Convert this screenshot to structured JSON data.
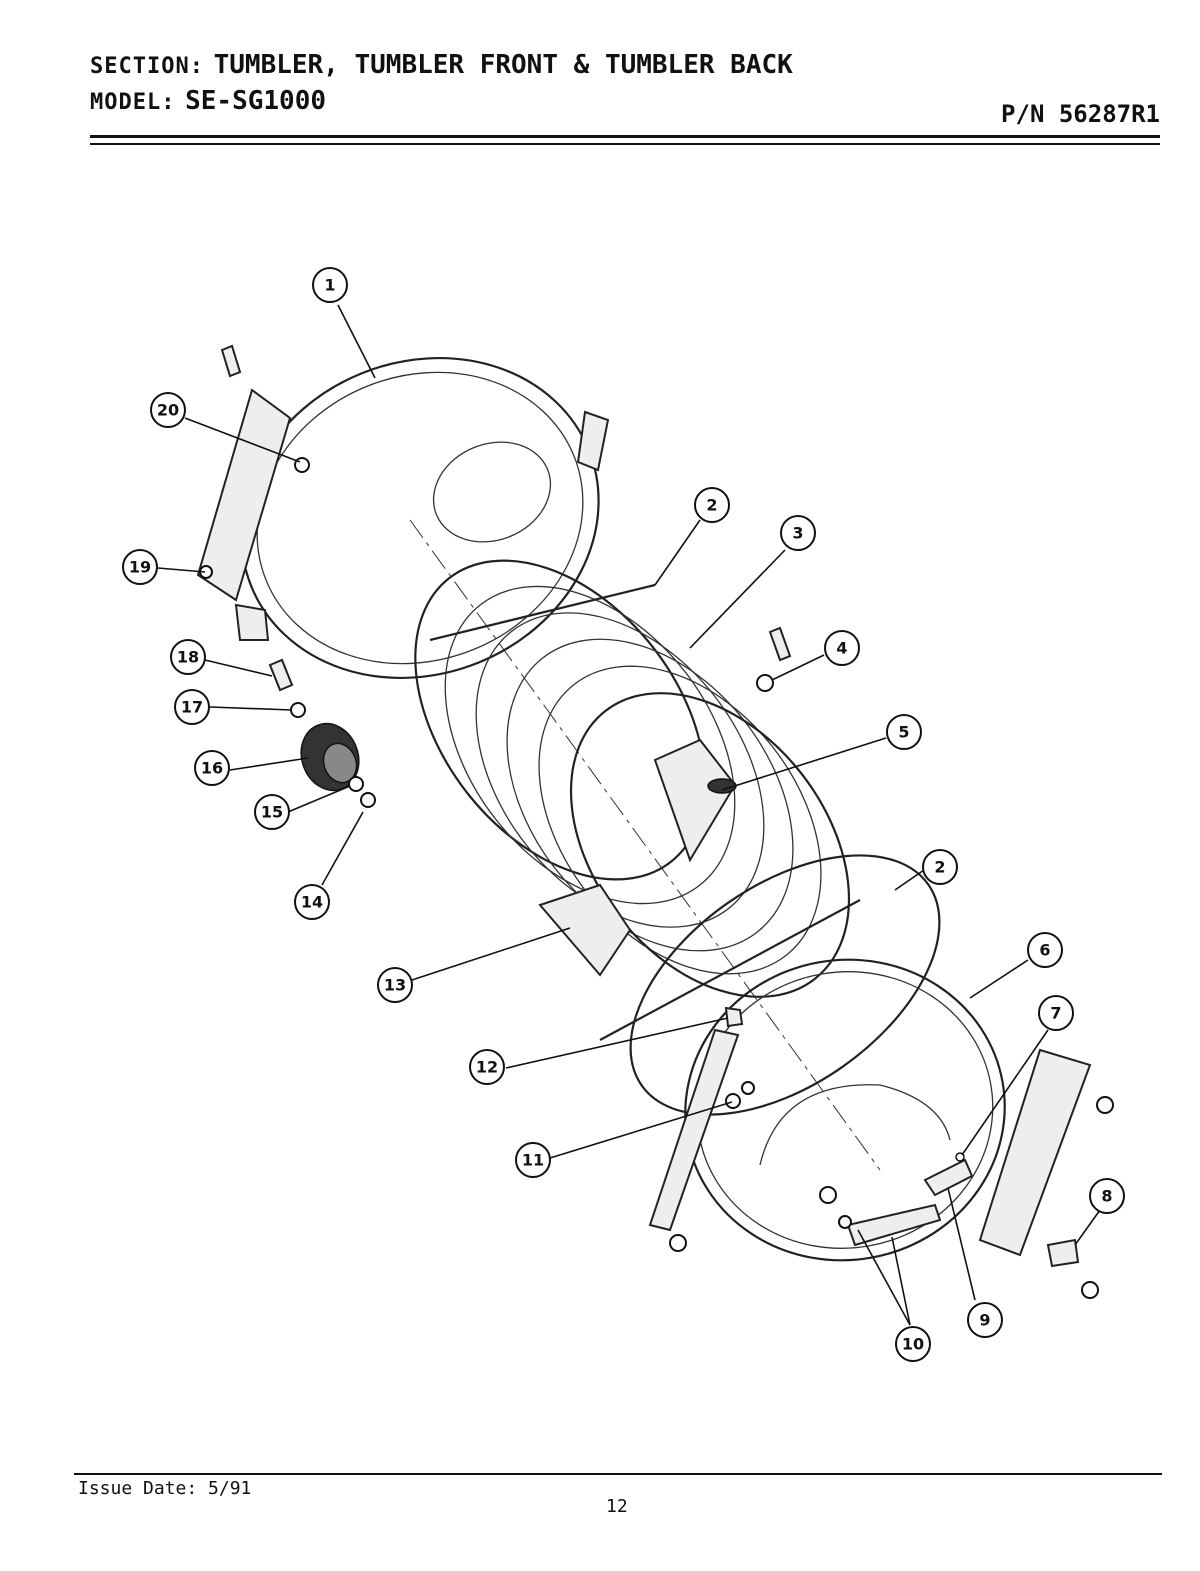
{
  "header": {
    "section_label": "SECTION:",
    "section_value": "TUMBLER, TUMBLER FRONT & TUMBLER BACK",
    "model_label": "MODEL:",
    "model_value": "SE-SG1000",
    "part_number": "P/N 56287R1"
  },
  "footer": {
    "issue_date": "Issue Date: 5/91",
    "page_number": "12"
  },
  "callouts": [
    "1",
    "2",
    "3",
    "4",
    "5",
    "2",
    "6",
    "7",
    "8",
    "9",
    "10",
    "11",
    "12",
    "13",
    "14",
    "15",
    "16",
    "17",
    "18",
    "19",
    "20"
  ]
}
